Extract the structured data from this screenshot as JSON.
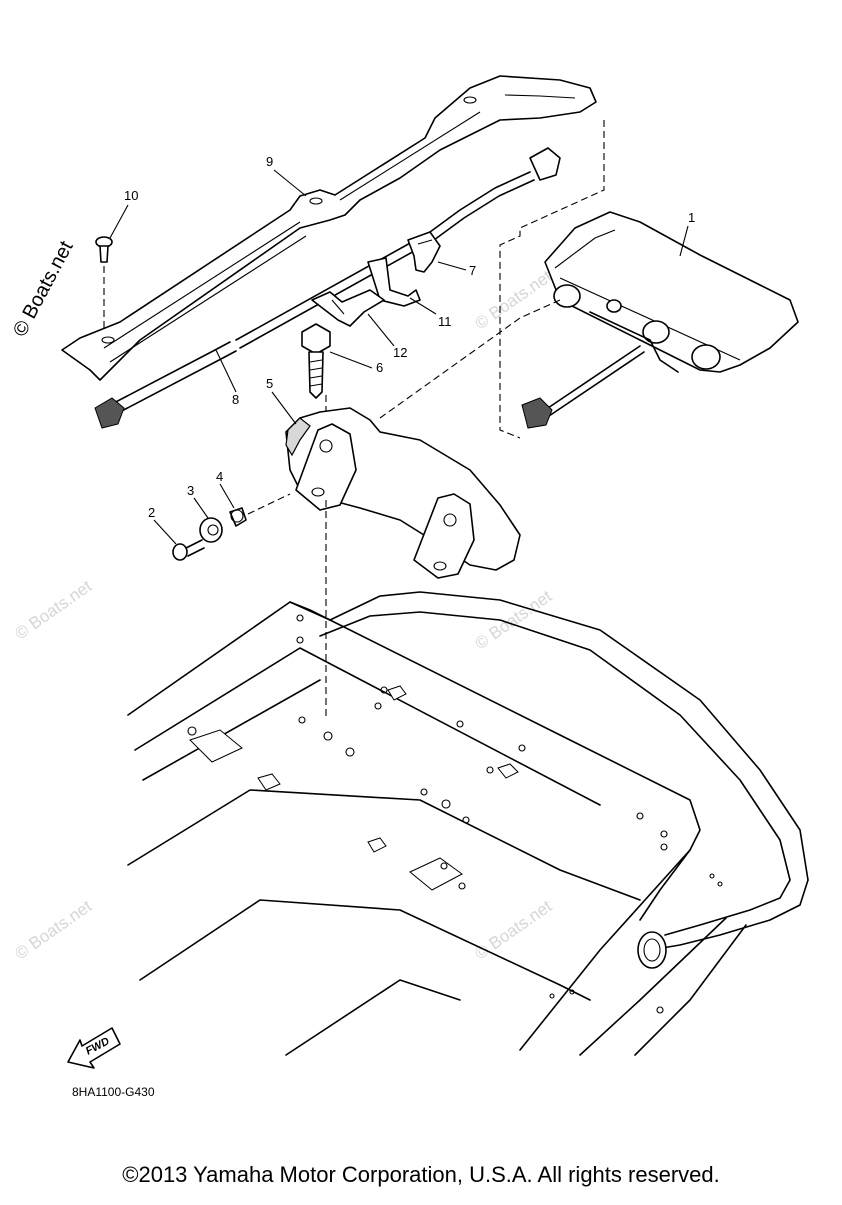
{
  "diagram": {
    "callouts": [
      "1",
      "2",
      "3",
      "4",
      "5",
      "6",
      "7",
      "8",
      "9",
      "10",
      "11",
      "12"
    ],
    "drawing_code": "8HA1100-G430",
    "fwd_label": "FWD",
    "watermark": "© Boats.net",
    "watermark_faint": "© Boats.net"
  },
  "footer": {
    "copyright": "©2013 Yamaha Motor Corporation, U.S.A. All rights reserved."
  }
}
